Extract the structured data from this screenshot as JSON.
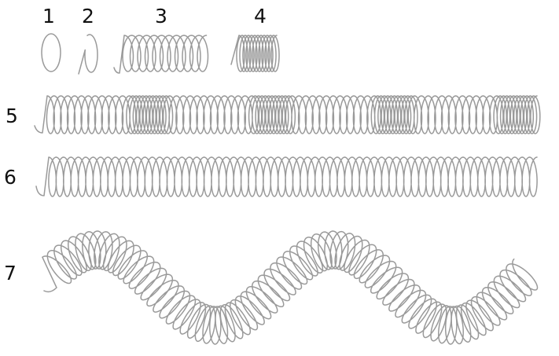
{
  "stroke_color": "#9a9a9a",
  "text_color": "#111111",
  "background": "#ffffff",
  "labels": [
    "1",
    "2",
    "3",
    "4",
    "5",
    "6",
    "7"
  ],
  "items": [
    {
      "id": "1",
      "kind": "single-loop",
      "turns": 1
    },
    {
      "id": "2",
      "kind": "partial-loop",
      "turns": 0.8
    },
    {
      "id": "3",
      "kind": "short-coil",
      "turns": 11,
      "pitch": "wide"
    },
    {
      "id": "4",
      "kind": "short-coil",
      "turns": 12,
      "pitch": "tight"
    },
    {
      "id": "5",
      "kind": "long-coil-alternating",
      "segments": [
        {
          "pitch": "wide",
          "turns": 12
        },
        {
          "pitch": "tight",
          "turns": 12
        },
        {
          "pitch": "wide",
          "turns": 12
        },
        {
          "pitch": "tight",
          "turns": 12
        },
        {
          "pitch": "wide",
          "turns": 12
        },
        {
          "pitch": "tight",
          "turns": 12
        },
        {
          "pitch": "wide",
          "turns": 12
        },
        {
          "pitch": "tight",
          "turns": 12
        }
      ]
    },
    {
      "id": "6",
      "kind": "long-coil-uniform",
      "turns": 66
    },
    {
      "id": "7",
      "kind": "wavy-coil",
      "turns": 78,
      "waves": 2
    }
  ]
}
